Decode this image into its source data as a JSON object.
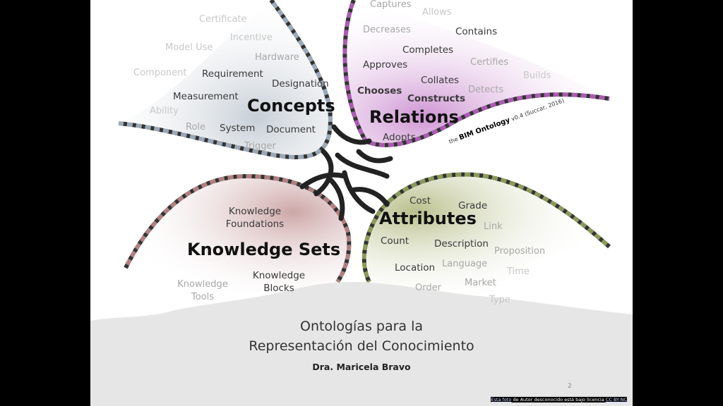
{
  "colors": {
    "concepts": "#9aa8b8",
    "relations": "#a95cb0",
    "attributes": "#7a8a4a",
    "knowledge": "#b07070"
  },
  "petals": {
    "concepts": {
      "title": "Concepts",
      "words": [
        "Certificate",
        "Incentive",
        "Model Use",
        "Hardware",
        "Component",
        "Requirement",
        "Designation",
        "Measurement",
        "Ability",
        "Role",
        "System",
        "Document",
        "Trigger"
      ]
    },
    "relations": {
      "title": "Relations",
      "words": [
        "Captures",
        "Allows",
        "Decreases",
        "Contains",
        "Completes",
        "Approves",
        "Certifies",
        "Builds",
        "Collates",
        "Chooses",
        "Constructs",
        "Detects",
        "Adopts"
      ]
    },
    "attributes": {
      "title": "Attributes",
      "words": [
        "Cost",
        "Grade",
        "Link",
        "Count",
        "Description",
        "Proposition",
        "Location",
        "Language",
        "Time",
        "Order",
        "Market",
        "Type"
      ]
    },
    "knowledge": {
      "title": "Knowledge Sets",
      "words": [
        "Knowledge Foundations",
        "Knowledge Blocks",
        "Knowledge Tools"
      ]
    }
  },
  "ontology_label": {
    "prefix": "the",
    "name": "BIM Ontology",
    "suffix": "v0.4 (Succar, 2016)"
  },
  "slide": {
    "title_line1": "Ontologías para la",
    "title_line2": "Representación del Conocimiento",
    "author": "Dra. Maricela Bravo",
    "page_number": "2"
  },
  "credit": {
    "link1": "Esta foto",
    "text1": " de Autor desconocido está bajo licencia ",
    "link2": "CC BY-NC"
  }
}
